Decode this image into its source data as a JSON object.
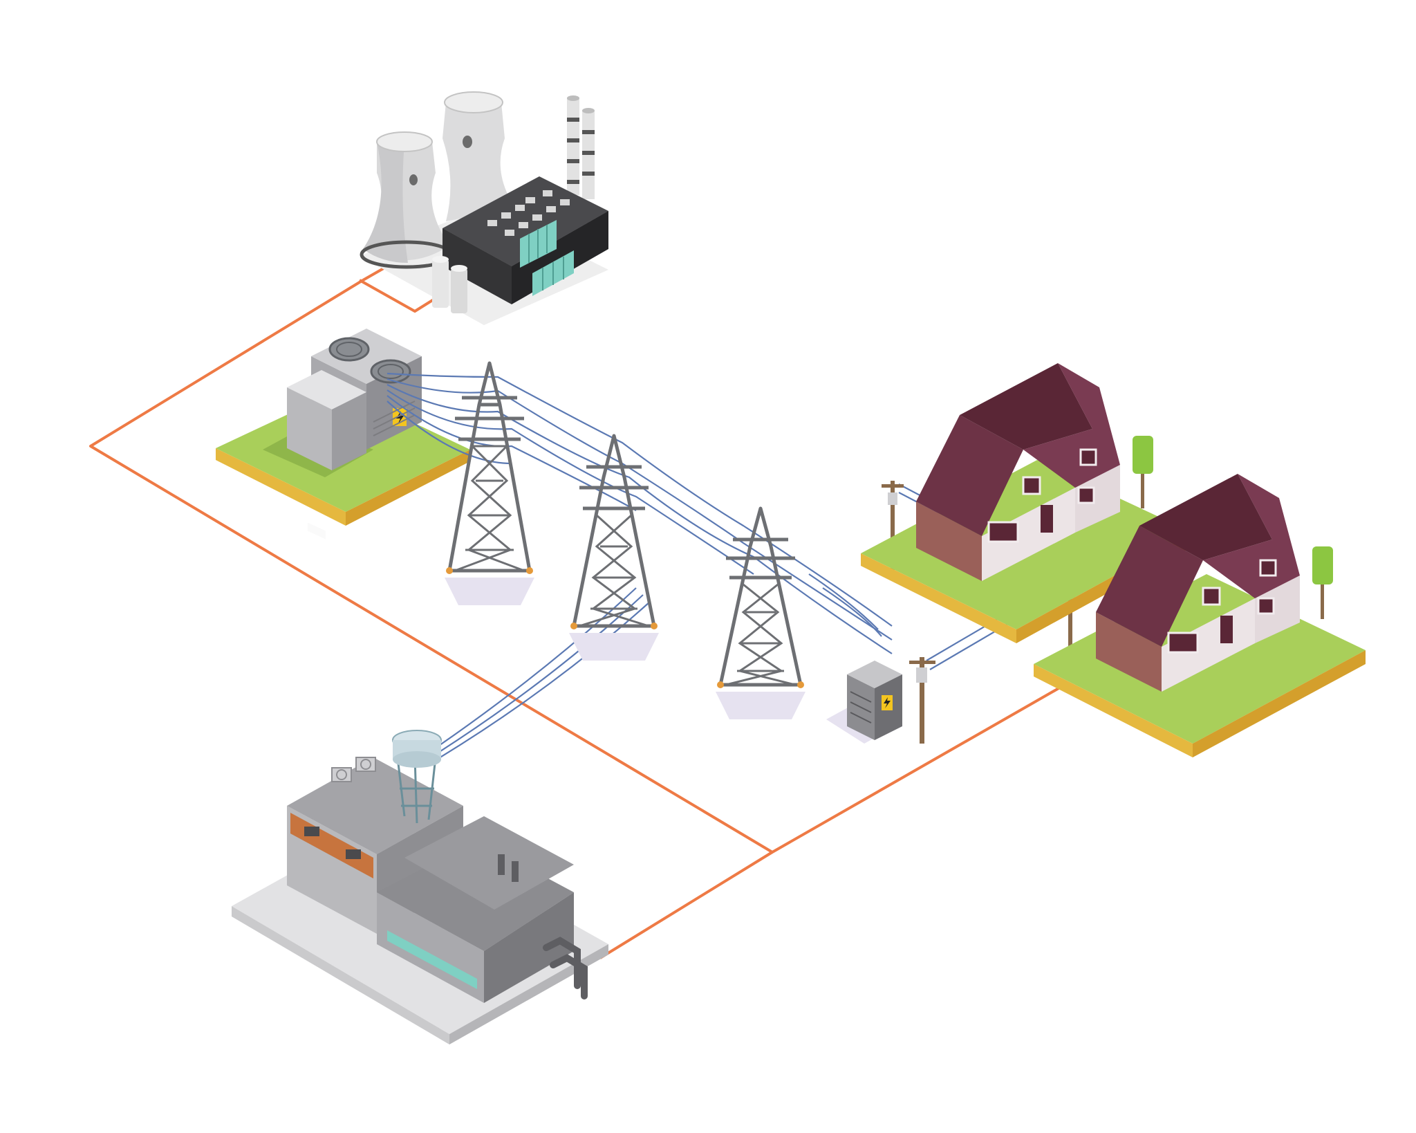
{
  "illustration": {
    "colors": {
      "background": "#ffffff",
      "link_line": "#ee7a45",
      "power_line": "#5b79b3",
      "grass": "#a9cf5a",
      "soil": "#e5b83f",
      "roof": "#6d3346",
      "wall": "#ece4e6",
      "brick": "#9a6059",
      "steel": "#6d6f73",
      "building_gray": "#9a9a9a",
      "dark_block": "#3b3b3d",
      "glass": "#7fd0c3",
      "warning": "#f4c51f"
    },
    "elements": [
      {
        "id": "thermal-plant",
        "icon": "cooling-towers-factory"
      },
      {
        "id": "step-up-substation",
        "icon": "substation-with-fans"
      },
      {
        "id": "transmission-towers",
        "icon": "lattice-pylon",
        "count": 3
      },
      {
        "id": "distribution-transformer",
        "icon": "pole-transformer"
      },
      {
        "id": "houses",
        "icon": "house",
        "count": 2
      },
      {
        "id": "industrial-consumer",
        "icon": "factory-with-water-tower"
      }
    ]
  }
}
